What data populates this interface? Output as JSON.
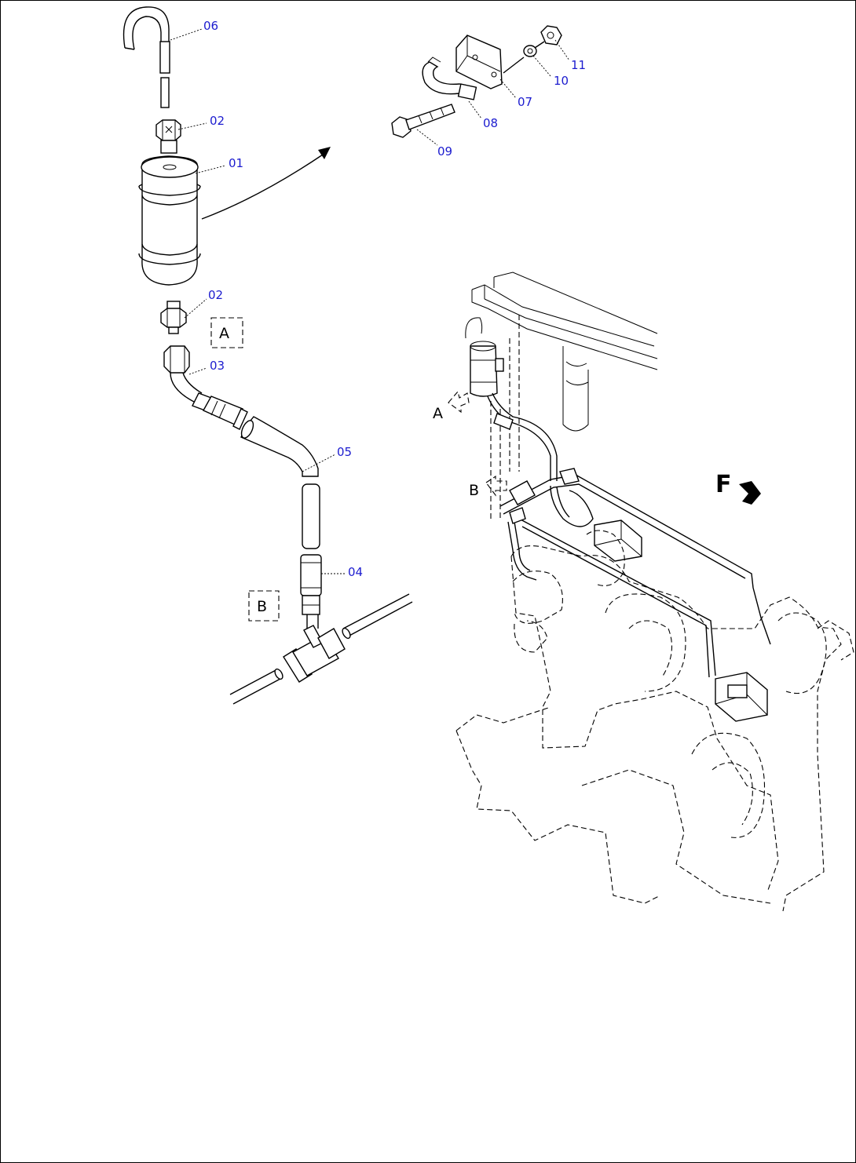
{
  "callouts": [
    {
      "id": "c06",
      "label": "06"
    },
    {
      "id": "c02a",
      "label": "02"
    },
    {
      "id": "c01",
      "label": "01"
    },
    {
      "id": "c02b",
      "label": "02"
    },
    {
      "id": "c03",
      "label": "03"
    },
    {
      "id": "c05",
      "label": "05"
    },
    {
      "id": "c04",
      "label": "04"
    },
    {
      "id": "c07",
      "label": "07"
    },
    {
      "id": "c08",
      "label": "08"
    },
    {
      "id": "c09",
      "label": "09"
    },
    {
      "id": "c10",
      "label": "10"
    },
    {
      "id": "c11",
      "label": "11"
    }
  ],
  "views": {
    "a_box": "A",
    "b_box": "B",
    "a_pointer": "A",
    "b_pointer": "B",
    "front_marker": "F"
  },
  "colors": {
    "callout_text": "#1c1ccf",
    "line": "#000000",
    "background": "#ffffff"
  }
}
